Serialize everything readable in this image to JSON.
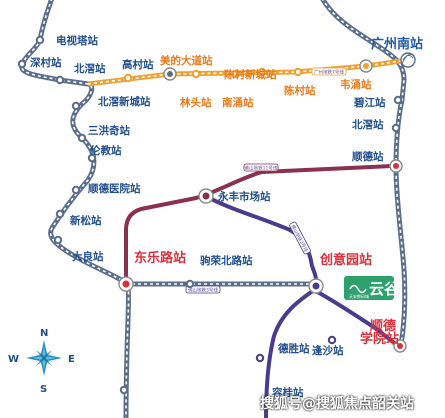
{
  "stations": {
    "dianshita": "电视塔站",
    "shencun": "深村站",
    "beijiao_top": "北滘站",
    "gaocun": "高村站",
    "beijiao_xincheng": "北滘新城站",
    "meidedadao": "美的大道站",
    "lintou": "林头站",
    "nanyong": "南涌站",
    "chencun_xincheng": "陈村新城站",
    "chencun": "陈村站",
    "weiyong": "韦涌站",
    "guangzhou_nan": "广州南站",
    "bijiang": "碧江站",
    "beijiao_right": "北滘站",
    "shunde": "顺德站",
    "sanhongqi": "三洪奇站",
    "lunjiao": "伦教站",
    "shunde_yiyuan": "顺德医院站",
    "xinsong": "新松站",
    "daliang": "大良站",
    "donglelu": "东乐路站",
    "yongfeng": "永丰市场站",
    "jurongbeilu": "驹荣北路站",
    "chuangyiyuan": "创意园站",
    "shunde_xueyuan_1": "顺德",
    "shunde_xueyuan_2": "学院站",
    "desheng": "德胜站",
    "pengsha": "逢沙站",
    "bottom_partial": "容桂站"
  },
  "line_labels": {
    "orange": "广州地铁7号线",
    "fo_top": "佛山地铁11号线",
    "fo_mid": "佛山地铁3号线",
    "fo_bottom": "佛山地铁3号线"
  },
  "logo": {
    "text": "云谷",
    "subtitle": "天安数码城"
  },
  "compass": {
    "n": "N",
    "s": "S",
    "e": "E",
    "w": "W"
  },
  "watermark": "搜狐号@搜狐焦点韶关站",
  "colors": {
    "blue_line": "#5a6e8c",
    "orange_line": "#f0a030",
    "maroon_line": "#8a3050",
    "purple_line": "#4a3c8c",
    "station_label_blue": "#1f4e8c",
    "station_label_orange": "#e87a1a",
    "station_label_red": "#d9303a",
    "logo_green": "#2ca16b"
  },
  "icons": [
    "station-ring-icon",
    "interchange-icon",
    "compass-icon",
    "logo-icon",
    "rail-hub-icon"
  ]
}
